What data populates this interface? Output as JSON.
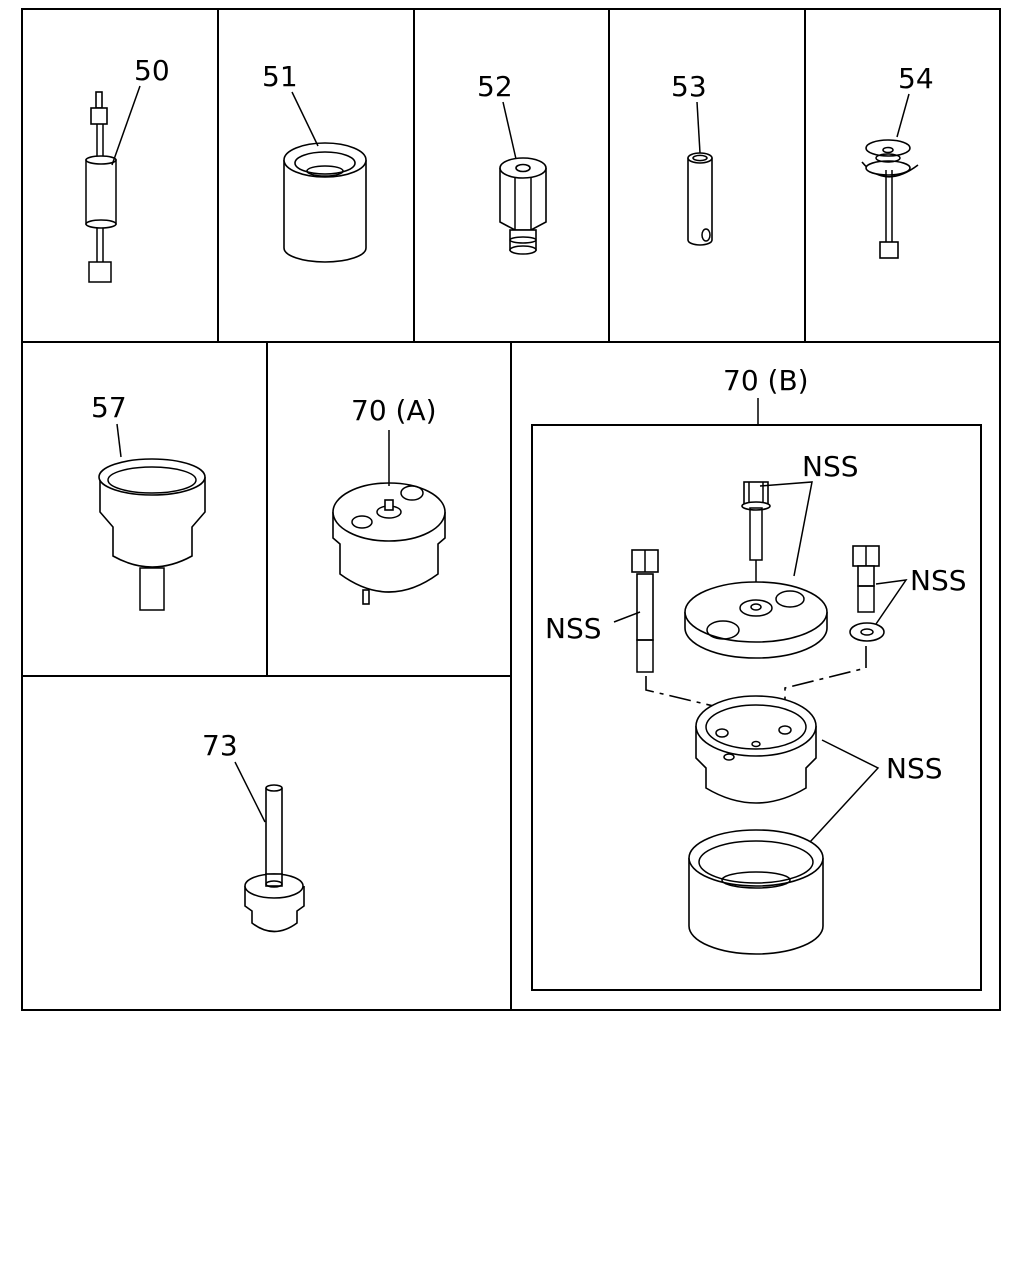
{
  "labels": {
    "p50": "50",
    "p51": "51",
    "p52": "52",
    "p53": "53",
    "p54": "54",
    "p57": "57",
    "p70a": "70 (A)",
    "p70b": "70 (B)",
    "p73": "73",
    "nss_top": "NSS",
    "nss_left": "NSS",
    "nss_right": "NSS",
    "nss_bottom": "NSS"
  }
}
